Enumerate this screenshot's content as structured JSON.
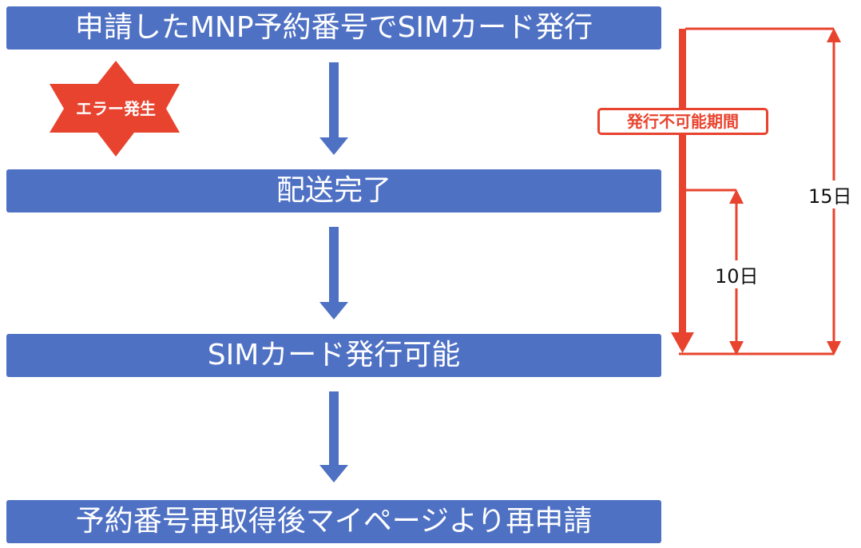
{
  "flow": {
    "steps": [
      {
        "label": "申請したMNP予約番号でSIMカード発行"
      },
      {
        "label": "配送完了"
      },
      {
        "label": "SIMカード発行可能"
      },
      {
        "label": "予約番号再取得後マイページより再申請"
      }
    ]
  },
  "error_badge": {
    "label": "エラー発生"
  },
  "period": {
    "label": "発行不可能期間",
    "durations": {
      "long": "15日",
      "short": "10日"
    }
  },
  "colors": {
    "step_fill": "#4f71c4",
    "accent_red": "#e8432e",
    "text_on_step": "#ffffff"
  }
}
